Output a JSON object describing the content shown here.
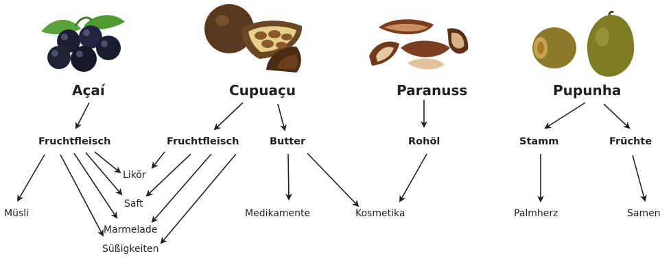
{
  "fruits": {
    "acai": {
      "name": "Açaí",
      "pulp": "Fruchtfleisch",
      "products": [
        "Müsli",
        "Likör",
        "Saft",
        "Marmelade",
        "Süßigkeiten"
      ]
    },
    "cupuacu": {
      "name": "Cupuaçu",
      "pulp": "Fruchtfleisch",
      "butter": "Butter",
      "products": [
        "Medikamente",
        "Kosmetika"
      ]
    },
    "paranuss": {
      "name": "Paranuss",
      "oil": "Rohöl"
    },
    "pupunha": {
      "name": "Pupunha",
      "stem": "Stamm",
      "fruits": "Früchte",
      "products": [
        "Palmherz",
        "Samen"
      ]
    }
  },
  "colors": {
    "text": "#231f20",
    "arrow": "#231f20"
  }
}
